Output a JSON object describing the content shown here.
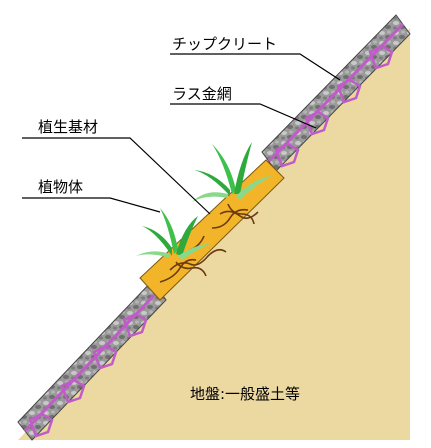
{
  "labels": {
    "chip_concrete": "チップクリート",
    "lath_mesh": "ラス金網",
    "vegetation_base": "植生基材",
    "vegetation": "植物体",
    "ground": "地盤:一般盛土等"
  },
  "colors": {
    "ground": "#ECD9A1",
    "mesh": "#C05CC8",
    "chip_stone": "#8E8E8E",
    "chip_light": "#C8C8C8",
    "base": "#F2B428",
    "roots": "#6B3A12",
    "plant": "#2EAA3C",
    "plant_light": "#8AD88A"
  }
}
